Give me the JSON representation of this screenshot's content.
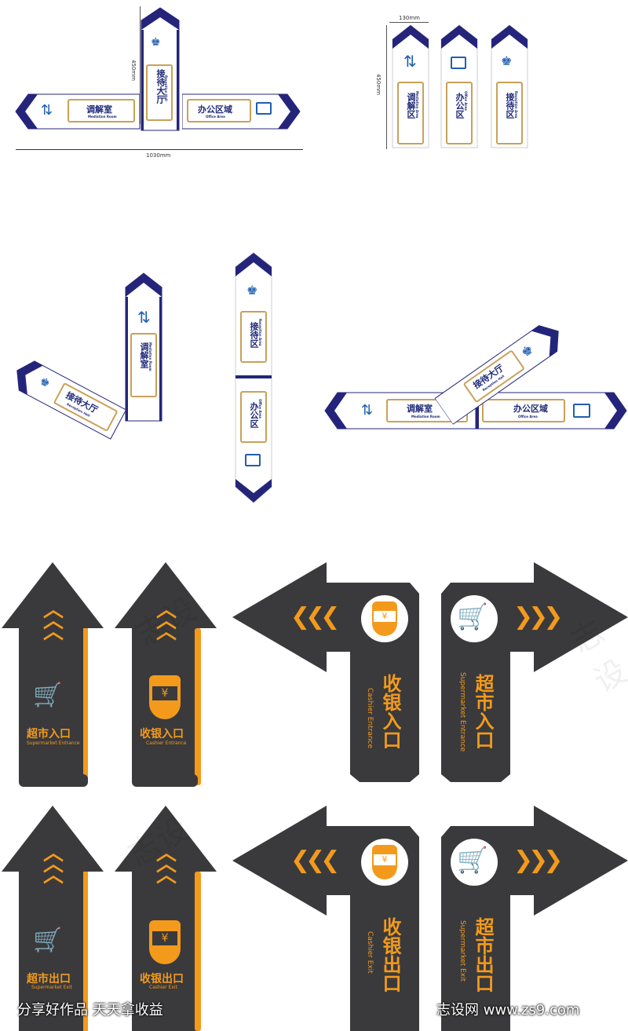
{
  "colors": {
    "navy": "#24257a",
    "gold": "#c9a15a",
    "blue_icon": "#1f5fb0",
    "dark": "#3a3a3c",
    "orange": "#f39a1c"
  },
  "dimensions": {
    "width_total": "1030mm",
    "height": "450mm",
    "sign_width": "130mm"
  },
  "signs_top": {
    "mediation": {
      "cn": "调解室",
      "en": "Mediation Room",
      "icon": "exchange-icon"
    },
    "reception": {
      "cn": "接待大厅",
      "en": "Reception Hall",
      "icon": "reception-desk-icon"
    },
    "office": {
      "cn": "办公区域",
      "en": "Office Area",
      "icon": "briefcase-icon"
    },
    "reception_area": {
      "cn": "接待区",
      "en": "Reception Area"
    },
    "mediation_area": {
      "cn": "调解区",
      "en": "Mediation Area"
    },
    "office_area": {
      "cn": "办公区",
      "en": "Office Area"
    }
  },
  "floor_signs": {
    "supermarket_entrance": {
      "cn": "超市入口",
      "en": "Supermarket Entrance",
      "icon": "shopping-cart-icon"
    },
    "cashier_entrance": {
      "cn": "收银入口",
      "en": "Cashier Entrance",
      "icon": "cashier-hand-icon"
    },
    "supermarket_exit": {
      "cn": "超市出口",
      "en": "Supermarket Exit",
      "icon": "shopping-cart-icon"
    },
    "cashier_exit": {
      "cn": "收银出口",
      "en": "Cashier Exit",
      "icon": "cashier-hand-icon"
    },
    "chevrons_up": "︿",
    "chevrons_left": "❮❮❮",
    "chevrons_right": "❯❯❯"
  },
  "watermark": "志设",
  "footer": {
    "left": "分享好作品 天天拿收益",
    "right": "志设网 www.zs9.com"
  }
}
